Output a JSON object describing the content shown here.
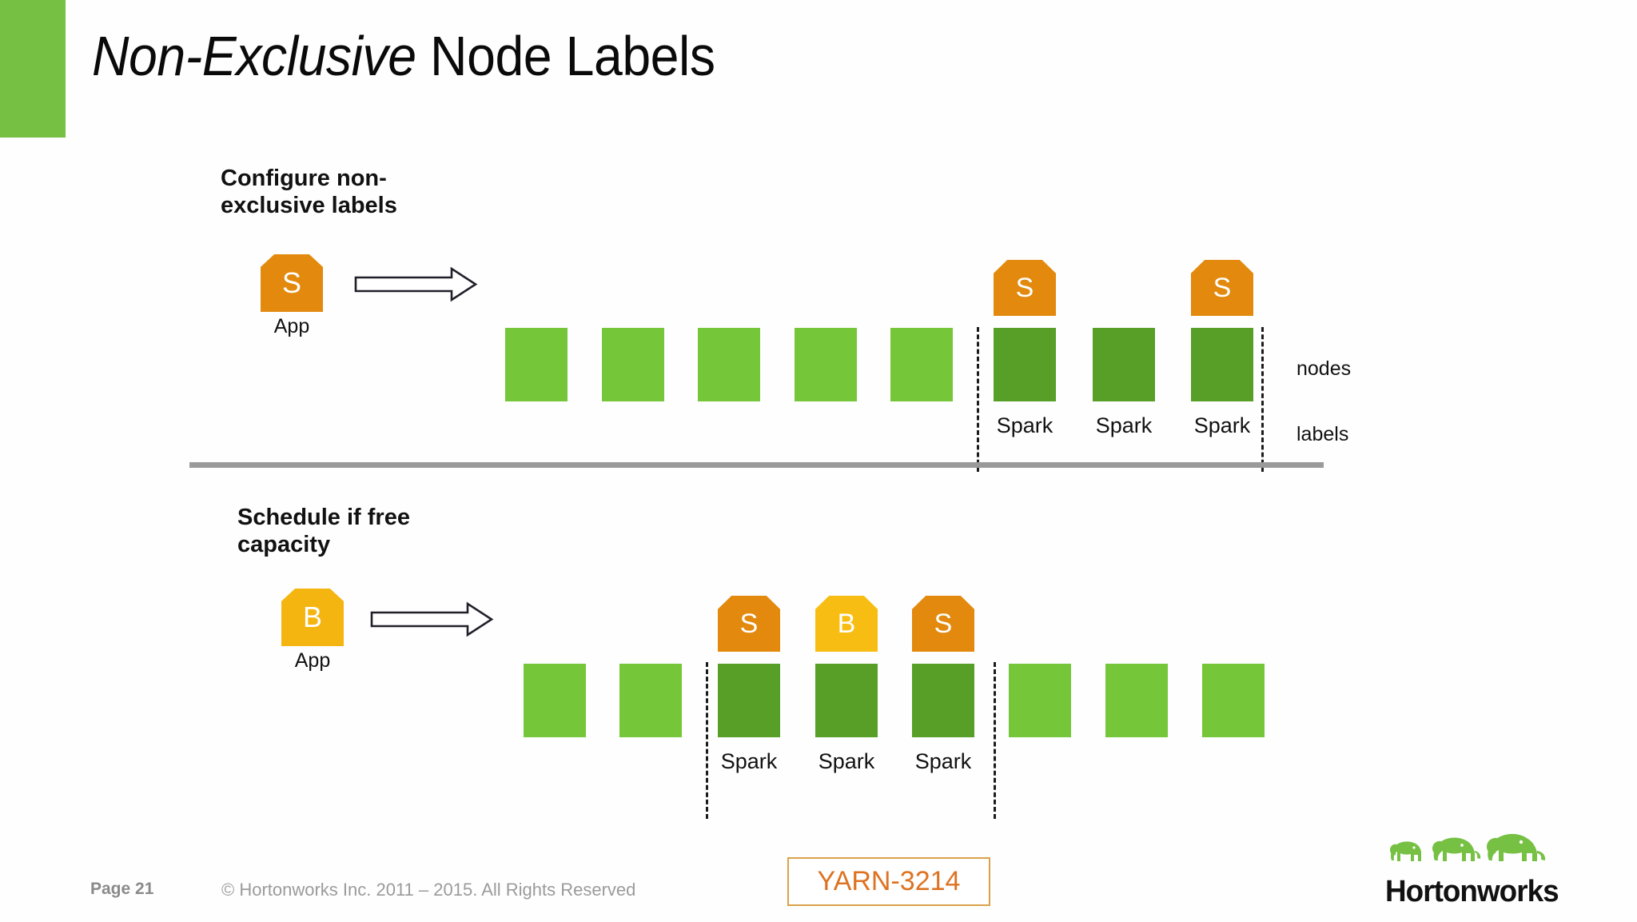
{
  "slide": {
    "title_italic": "Non-Exclusive",
    "title_regular": " Node Labels",
    "accent_color": "#76c043"
  },
  "sections": [
    {
      "id": "configure",
      "heading": "Configure non-exclusive labels",
      "app": {
        "letter": "S",
        "caption": "App",
        "color": "#e2890e"
      },
      "arrow": "right-arrow-icon",
      "nodes": [
        {
          "type": "light",
          "tag": null,
          "label": null
        },
        {
          "type": "light",
          "tag": null,
          "label": null
        },
        {
          "type": "light",
          "tag": null,
          "label": null
        },
        {
          "type": "light",
          "tag": null,
          "label": null
        },
        {
          "type": "light",
          "tag": null,
          "label": null
        },
        {
          "type": "dark",
          "tag": "S",
          "tag_color": "#e2890e",
          "label": "Spark"
        },
        {
          "type": "dark",
          "tag": null,
          "label": "Spark"
        },
        {
          "type": "dark",
          "tag": "S",
          "tag_color": "#e2890e",
          "label": "Spark"
        }
      ],
      "side_labels": {
        "nodes": "nodes",
        "labels": "labels"
      }
    },
    {
      "id": "schedule",
      "heading": "Schedule if free capacity",
      "app": {
        "letter": "B",
        "caption": "App",
        "color": "#f5b511"
      },
      "arrow": "right-arrow-icon",
      "nodes": [
        {
          "type": "light",
          "tag": null,
          "label": null
        },
        {
          "type": "light",
          "tag": null,
          "label": null
        },
        {
          "type": "dark",
          "tag": "S",
          "tag_color": "#e2890e",
          "label": "Spark"
        },
        {
          "type": "dark",
          "tag": "B",
          "tag_color": "#f8bd12",
          "label": "Spark"
        },
        {
          "type": "dark",
          "tag": "S",
          "tag_color": "#e2890e",
          "label": "Spark"
        },
        {
          "type": "light",
          "tag": null,
          "label": null
        },
        {
          "type": "light",
          "tag": null,
          "label": null
        },
        {
          "type": "light",
          "tag": null,
          "label": null
        }
      ]
    }
  ],
  "footer": {
    "page": "Page 21",
    "copyright": "© Hortonworks Inc. 2011 – 2015. All Rights Reserved",
    "jira": "YARN-3214",
    "jira_color": "#dd7322",
    "logo_text": "Hortonworks",
    "logo_color": "#76c043"
  },
  "colors": {
    "node_light": "#76c63a",
    "node_dark": "#589f28",
    "tag_orange": "#e2890e",
    "tag_amber": "#f5b511",
    "divider_gray": "#9a9a9a"
  }
}
